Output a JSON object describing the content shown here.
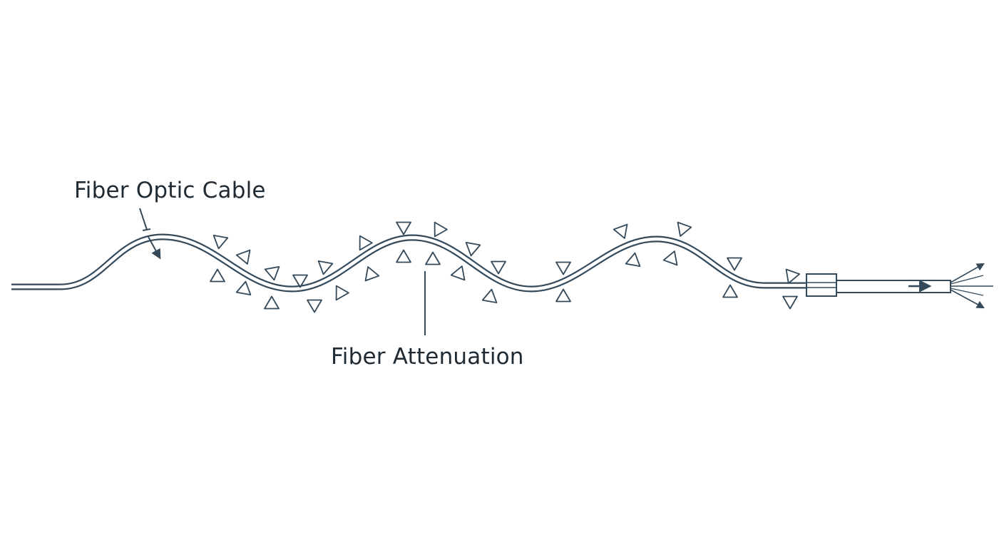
{
  "labels": {
    "cable": "Fiber Optic Cable",
    "attenuation": "Fiber Attenuation"
  },
  "colors": {
    "stroke": "#34495a",
    "text": "#1f2a33",
    "background": "#ffffff"
  },
  "icons": {
    "scatter_marker": "triangle-outline",
    "direction": "arrow-right",
    "connector": "connector-box"
  }
}
